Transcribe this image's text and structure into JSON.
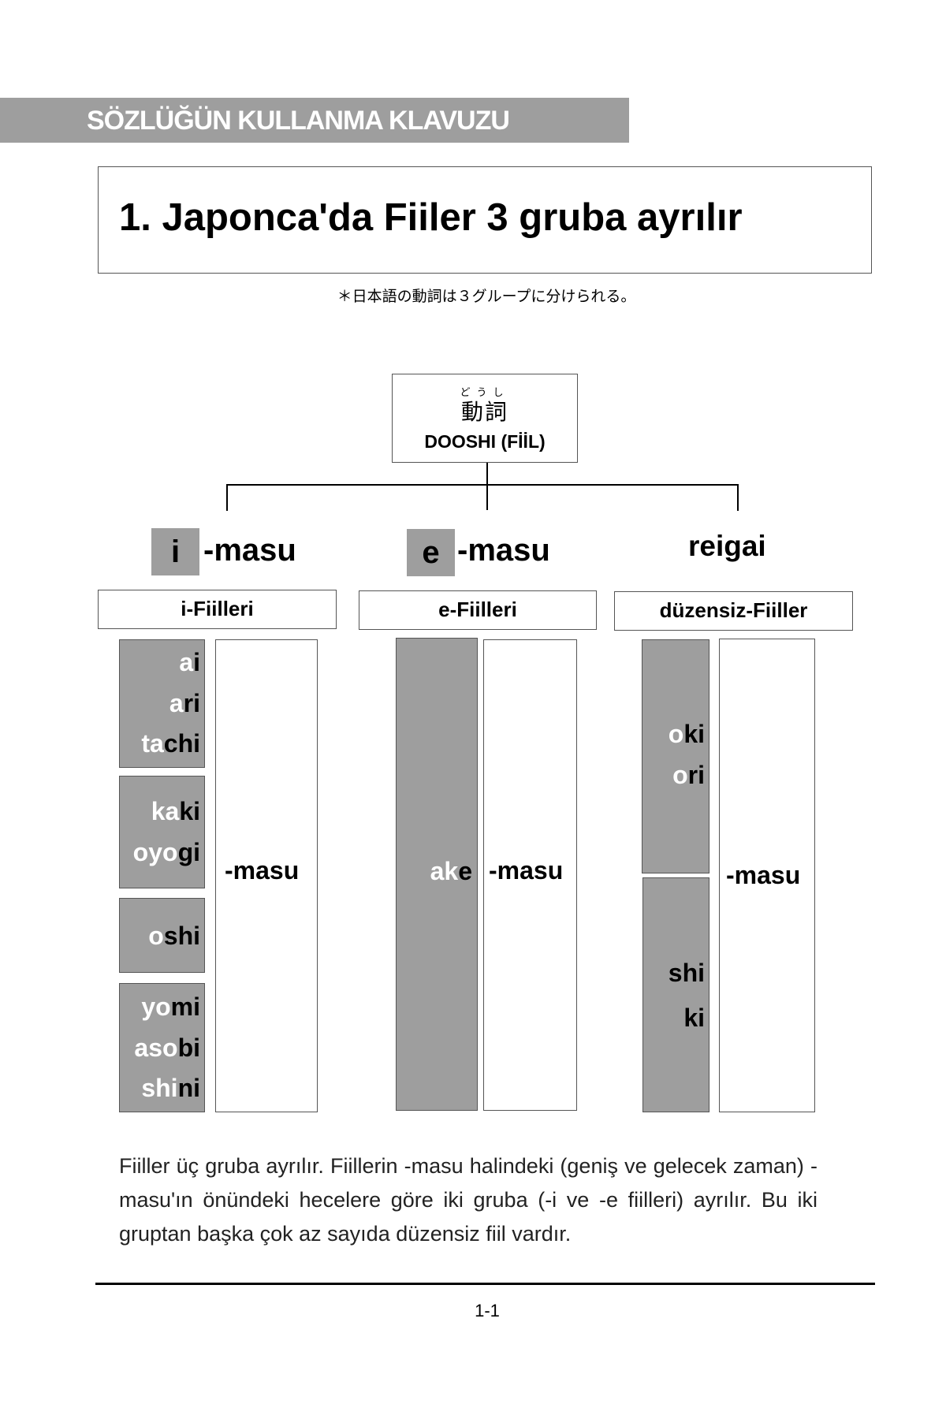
{
  "header": {
    "title": "SÖZLÜĞÜN KULLANMA KLAVUZU"
  },
  "section": {
    "title": "1.  Japonca'da Fiiler 3 gruba ayrılır"
  },
  "note_jp": "＊日本語の動詞は３グループに分けられる。",
  "root": {
    "ruby": "どうし",
    "kanji": "動詞",
    "label": "DOOSHI  (FİİL)"
  },
  "groups": [
    {
      "chip": "i",
      "suffix": "-masu",
      "label": "i-Fiilleri",
      "masu": "-masu",
      "stems": [
        [
          {
            "w": "a",
            "k": "i"
          },
          {
            "w": "a",
            "k": "ri"
          },
          {
            "w": "ta",
            "k": "chi"
          }
        ],
        [
          {
            "w": "ka",
            "k": "ki"
          },
          {
            "w": "oyo",
            "k": "gi"
          }
        ],
        [
          {
            "w": "o",
            "k": "shi"
          }
        ],
        [
          {
            "w": "yo",
            "k": "mi"
          },
          {
            "w": "aso",
            "k": "bi"
          },
          {
            "w": "shi",
            "k": "ni"
          }
        ]
      ]
    },
    {
      "chip": "e",
      "suffix": "-masu",
      "label": "e-Fiilleri",
      "masu": "-masu",
      "stems": [
        [
          {
            "w": "ak",
            "k": "e"
          }
        ]
      ]
    },
    {
      "name": "reigai",
      "label": "düzensiz-Fiiller",
      "masu": "-masu",
      "stems": [
        [
          {
            "w": "o",
            "k": "ki"
          },
          {
            "w": "o",
            "k": "ri"
          }
        ],
        [
          {
            "w": "",
            "k": "shi"
          },
          {
            "w": "",
            "k": "ki"
          }
        ]
      ]
    }
  ],
  "description": "Fiiller üç gruba ayrılır. Fiillerin -masu halindeki (geniş ve gelecek zaman) -masu'ın önündeki hecelere göre iki gruba (-i ve -e fiilleri) ayrılır. Bu iki gruptan başka çok az sayıda düzensiz fiil vardır.",
  "page_number": "1-1",
  "colors": {
    "band": "#9e9e9e",
    "text": "#000000",
    "highlight_text": "#ffffff"
  }
}
